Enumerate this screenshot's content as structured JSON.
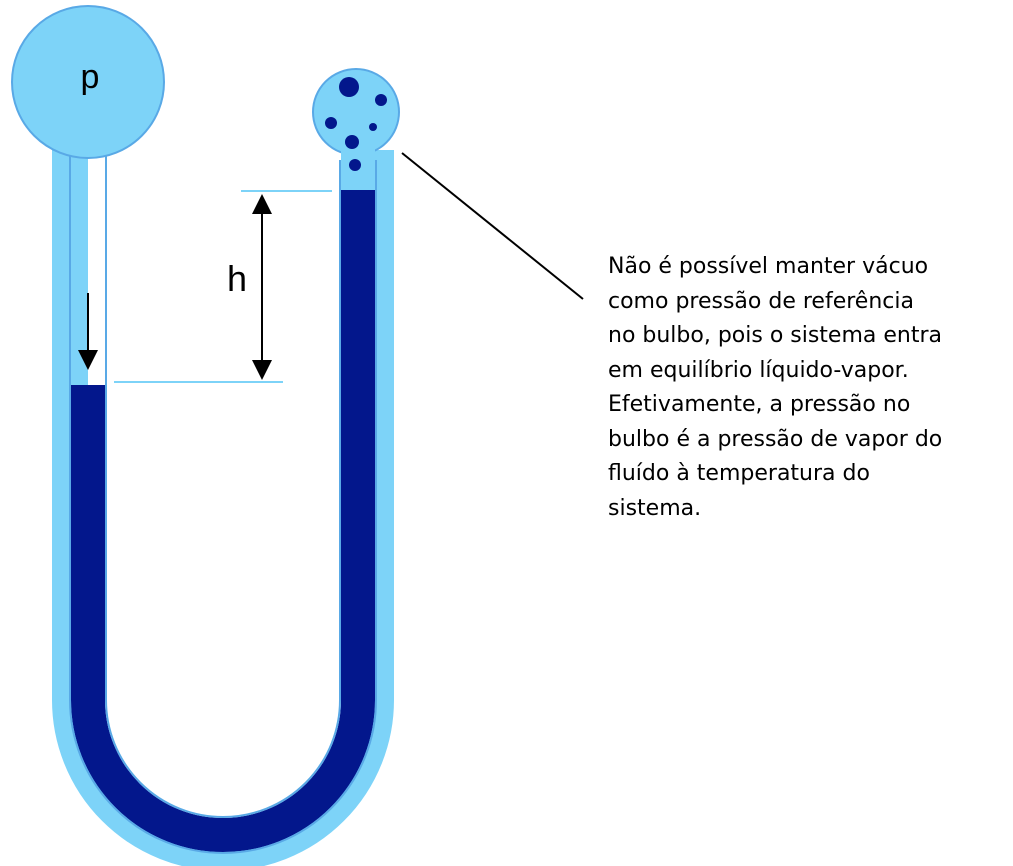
{
  "labels": {
    "pressure": "p",
    "height": "h"
  },
  "caption": {
    "lines": [
      "Não é possível manter vácuo",
      "como pressão de referência",
      "no bulbo, pois o sistema entra",
      "em equilíbrio líquido-vapor.",
      "Efetivamente, a pressão no",
      "bulbo é a pressão de vapor do",
      "fluído à temperatura do",
      "sistema."
    ]
  },
  "colors": {
    "light_fluid": "#7dd3f8",
    "dark_fluid": "#03178c",
    "outline": "#59a9e6",
    "level_line": "#7dd3f8",
    "arrow": "#000000"
  }
}
